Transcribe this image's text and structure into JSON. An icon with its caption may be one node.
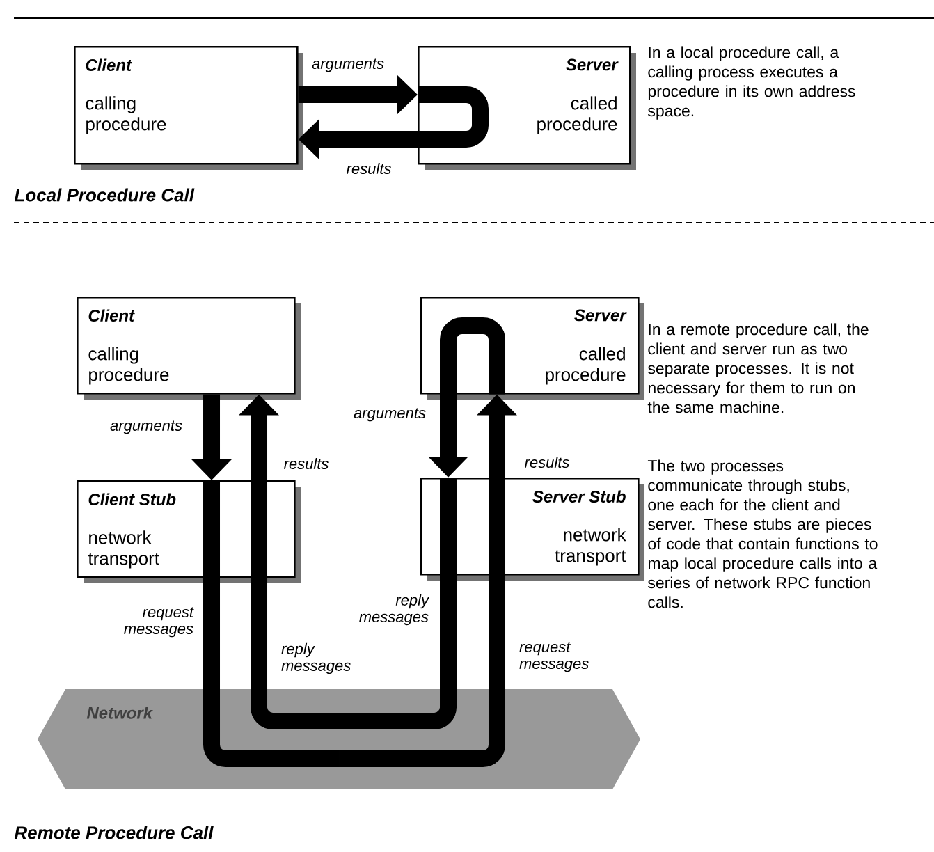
{
  "diagram": {
    "nodes": [
      {
        "text": [
          "Client",
          "calling procedure"
        ]
      },
      {
        "text": [
          "Server",
          "called procedure"
        ]
      },
      {
        "text": [
          "Client",
          "calling procedure"
        ]
      },
      {
        "text": [
          "Server",
          "called procedure"
        ]
      },
      {
        "text": [
          "Client Stub",
          "network transport"
        ]
      },
      {
        "text": [
          "Server Stub",
          "network transport"
        ]
      },
      {
        "text": [
          "Network"
        ]
      }
    ],
    "edges": [
      {
        "from": 0,
        "to": 1,
        "arrow": "to",
        "label": "arguments"
      },
      {
        "from": 1,
        "to": 0,
        "arrow": "to",
        "label": "results"
      },
      {
        "from": 2,
        "to": 4,
        "arrow": "to",
        "label": "arguments"
      },
      {
        "from": 4,
        "to": 6,
        "arrow": "none",
        "label": "request messages"
      },
      {
        "from": 6,
        "to": 5,
        "arrow": "none",
        "label": "request messages"
      },
      {
        "from": 5,
        "to": 3,
        "arrow": "to",
        "label": "results"
      },
      {
        "from": 3,
        "to": 5,
        "arrow": "to",
        "label": "arguments"
      },
      {
        "from": 5,
        "to": 6,
        "arrow": "none",
        "label": "reply messages"
      },
      {
        "from": 6,
        "to": 4,
        "arrow": "none",
        "label": "reply messages"
      },
      {
        "from": 4,
        "to": 2,
        "arrow": "to",
        "label": "results"
      }
    ],
    "labels": [
      "In a local procedure call, a calling process executes a procedure in its own address space.",
      "Local Procedure Call",
      "In a remote procedure call, the client and server run as two separate processes. It is not necessary for them to run on the same machine.",
      "The two processes communicate through stubs, one each for the client and server. These stubs are pieces of code that contain functions to map local procedure calls into a series of network RPC function calls.",
      "Remote Procedure Call"
    ]
  }
}
